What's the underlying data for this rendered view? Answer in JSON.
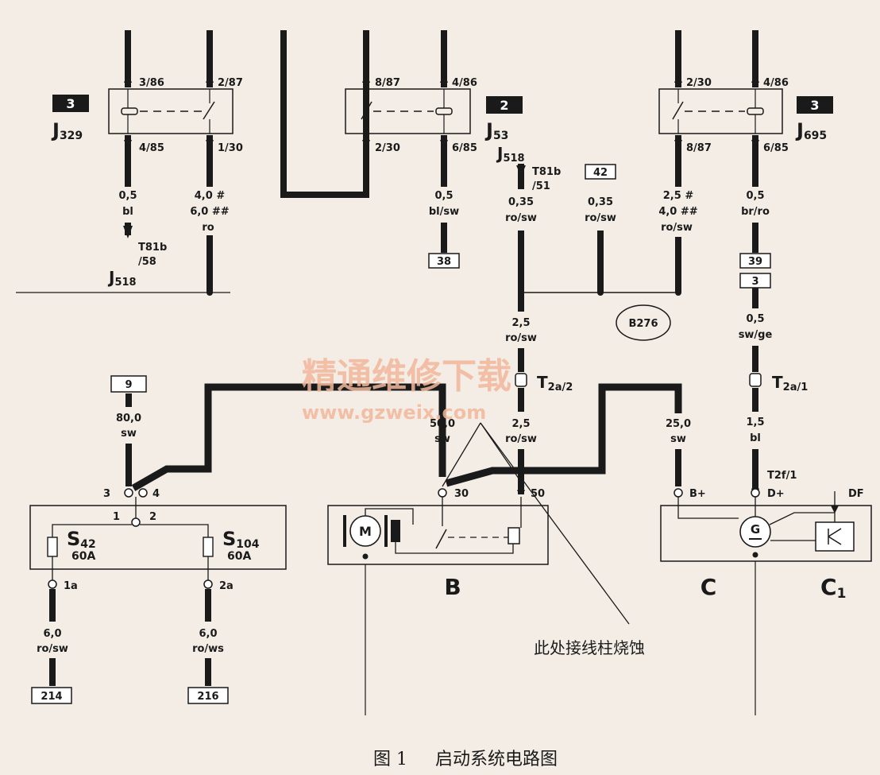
{
  "relays": {
    "j329": {
      "badge": "3",
      "name": "J",
      "sub": "329",
      "top_left": "3/86",
      "top_right": "2/87",
      "bot_left": "4/85",
      "bot_right": "1/30"
    },
    "j53": {
      "badge": "2",
      "name": "J",
      "sub": "53",
      "top_left": "8/87",
      "top_right": "4/86",
      "bot_left": "2/30",
      "bot_right": "6/85"
    },
    "j695": {
      "badge": "3",
      "name": "J",
      "sub": "695",
      "top_left": "2/30",
      "top_right": "4/86",
      "bot_left": "8/87",
      "bot_right": "6/85"
    }
  },
  "wires": {
    "w1": {
      "size": "0,5",
      "color": "bl"
    },
    "w2": {
      "size1": "4,0 #",
      "size2": "6,0 ##",
      "color": "ro"
    },
    "w3": {
      "size": "0,5",
      "color": "bl/sw"
    },
    "w4": {
      "size": "0,35",
      "color": "ro/sw"
    },
    "w5": {
      "size": "0,35",
      "color": "ro/sw"
    },
    "w6": {
      "size1": "2,5 #",
      "size2": "4,0 ##",
      "color": "ro/sw"
    },
    "w7": {
      "size": "0,5",
      "color": "br/ro"
    },
    "w8": {
      "size": "2,5",
      "color": "ro/sw"
    },
    "w9": {
      "size": "0,5",
      "color": "sw/ge"
    },
    "w10": {
      "size": "80,0",
      "color": "sw"
    },
    "w11": {
      "size": "50,0",
      "color": "sw"
    },
    "w12": {
      "size": "2,5",
      "color": "ro/sw"
    },
    "w13": {
      "size": "25,0",
      "color": "sw"
    },
    "w14": {
      "size": "1,5",
      "color": "bl"
    },
    "w15": {
      "size": "6,0",
      "color": "ro/sw"
    },
    "w16": {
      "size": "6,0",
      "color": "ro/ws"
    }
  },
  "connectors": {
    "t81b_58": {
      "line1": "T81b",
      "line2": "/58",
      "module": "J",
      "module_sub": "518"
    },
    "t81b_51": {
      "module": "J",
      "module_sub": "518",
      "line1": "T81b",
      "line2": "/51"
    },
    "t2a2": {
      "name": "T",
      "sub": "2a/2"
    },
    "t2a1": {
      "name": "T",
      "sub": "2a/1"
    },
    "t2f1": "T2f/1"
  },
  "boxes": {
    "b42": "42",
    "b38": "38",
    "b39": "39",
    "b3": "3",
    "b9": "9",
    "b214": "214",
    "b216": "216"
  },
  "ground": "B276",
  "fuse_block": {
    "pins": {
      "p3": "3",
      "p4": "4",
      "p1": "1",
      "p2": "2",
      "p1a": "1a",
      "p2a": "2a"
    },
    "s42": {
      "name": "S",
      "sub": "42",
      "rating": "60A"
    },
    "s104": {
      "name": "S",
      "sub": "104",
      "rating": "60A"
    }
  },
  "starter": {
    "label": "B",
    "motor": "M",
    "pin30": "30",
    "pin50": "50"
  },
  "alternator": {
    "label": "C",
    "regulator_label": "C",
    "regulator_sub": "1",
    "gen": "G",
    "bplus": "B+",
    "dplus": "D+",
    "df": "DF"
  },
  "watermark": {
    "line1": "精通维修下载",
    "line2": "www.gzweix.com"
  },
  "annotation": "此处接线柱烧蚀",
  "caption": {
    "fig": "图 1",
    "title": "启动系统电路图"
  },
  "colors": {
    "wire": "#1a1a1a",
    "paper": "#f3ede5",
    "watermark": "#f2b89c"
  }
}
